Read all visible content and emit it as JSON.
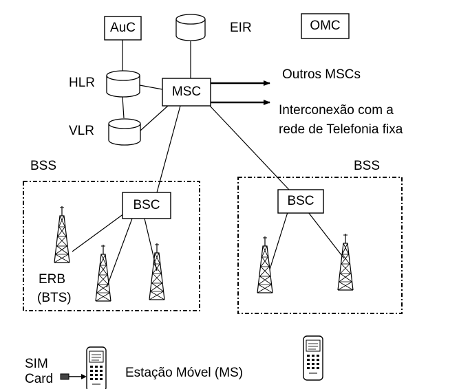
{
  "nodes": {
    "auc": "AuC",
    "eir": "EIR",
    "omc": "OMC",
    "hlr": "HLR",
    "vlr": "VLR",
    "msc": "MSC",
    "bsc_left": "BSC",
    "bsc_right": "BSC"
  },
  "outputs": {
    "other_mscs": "Outros MSCs",
    "interconnect_line1": "Interconexão com a",
    "interconnect_line2": "rede de Telefonia fixa"
  },
  "groups": {
    "bss_left": "BSS",
    "bss_right": "BSS"
  },
  "erb": {
    "line1": "ERB",
    "line2": "(BTS)"
  },
  "mobile": {
    "sim_line1": "SIM",
    "sim_line2": "Card",
    "station_label": "Estação Móvel (MS)"
  },
  "icons": [
    "cylinder-icon",
    "tower-icon",
    "mobile-phone-icon",
    "sim-card-icon"
  ]
}
